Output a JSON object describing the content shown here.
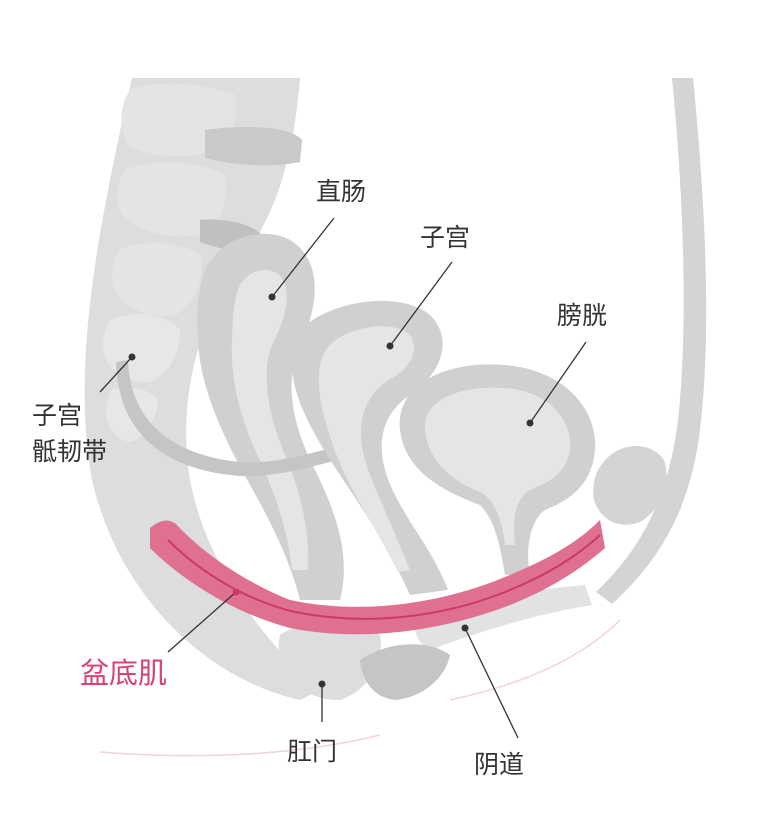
{
  "labels": {
    "rectum": "直肠",
    "uterus": "子宫",
    "bladder": "膀胱",
    "uterosacral_line1": "子宫",
    "uterosacral_line2": "骶韧带",
    "pelvic_floor": "盆底肌",
    "anus": "肛门",
    "vagina": "阴道"
  },
  "colors": {
    "organ": "#d3d4d6",
    "organ_light": "#e6e7e8",
    "organ_dark": "#c4c5c7",
    "bone": "#dfe0e1",
    "pelvic_floor": "#e07090",
    "pelvic_floor_edge": "#c93a68",
    "label": "#333333",
    "accent_label": "#d64474",
    "leader": "#333333"
  }
}
